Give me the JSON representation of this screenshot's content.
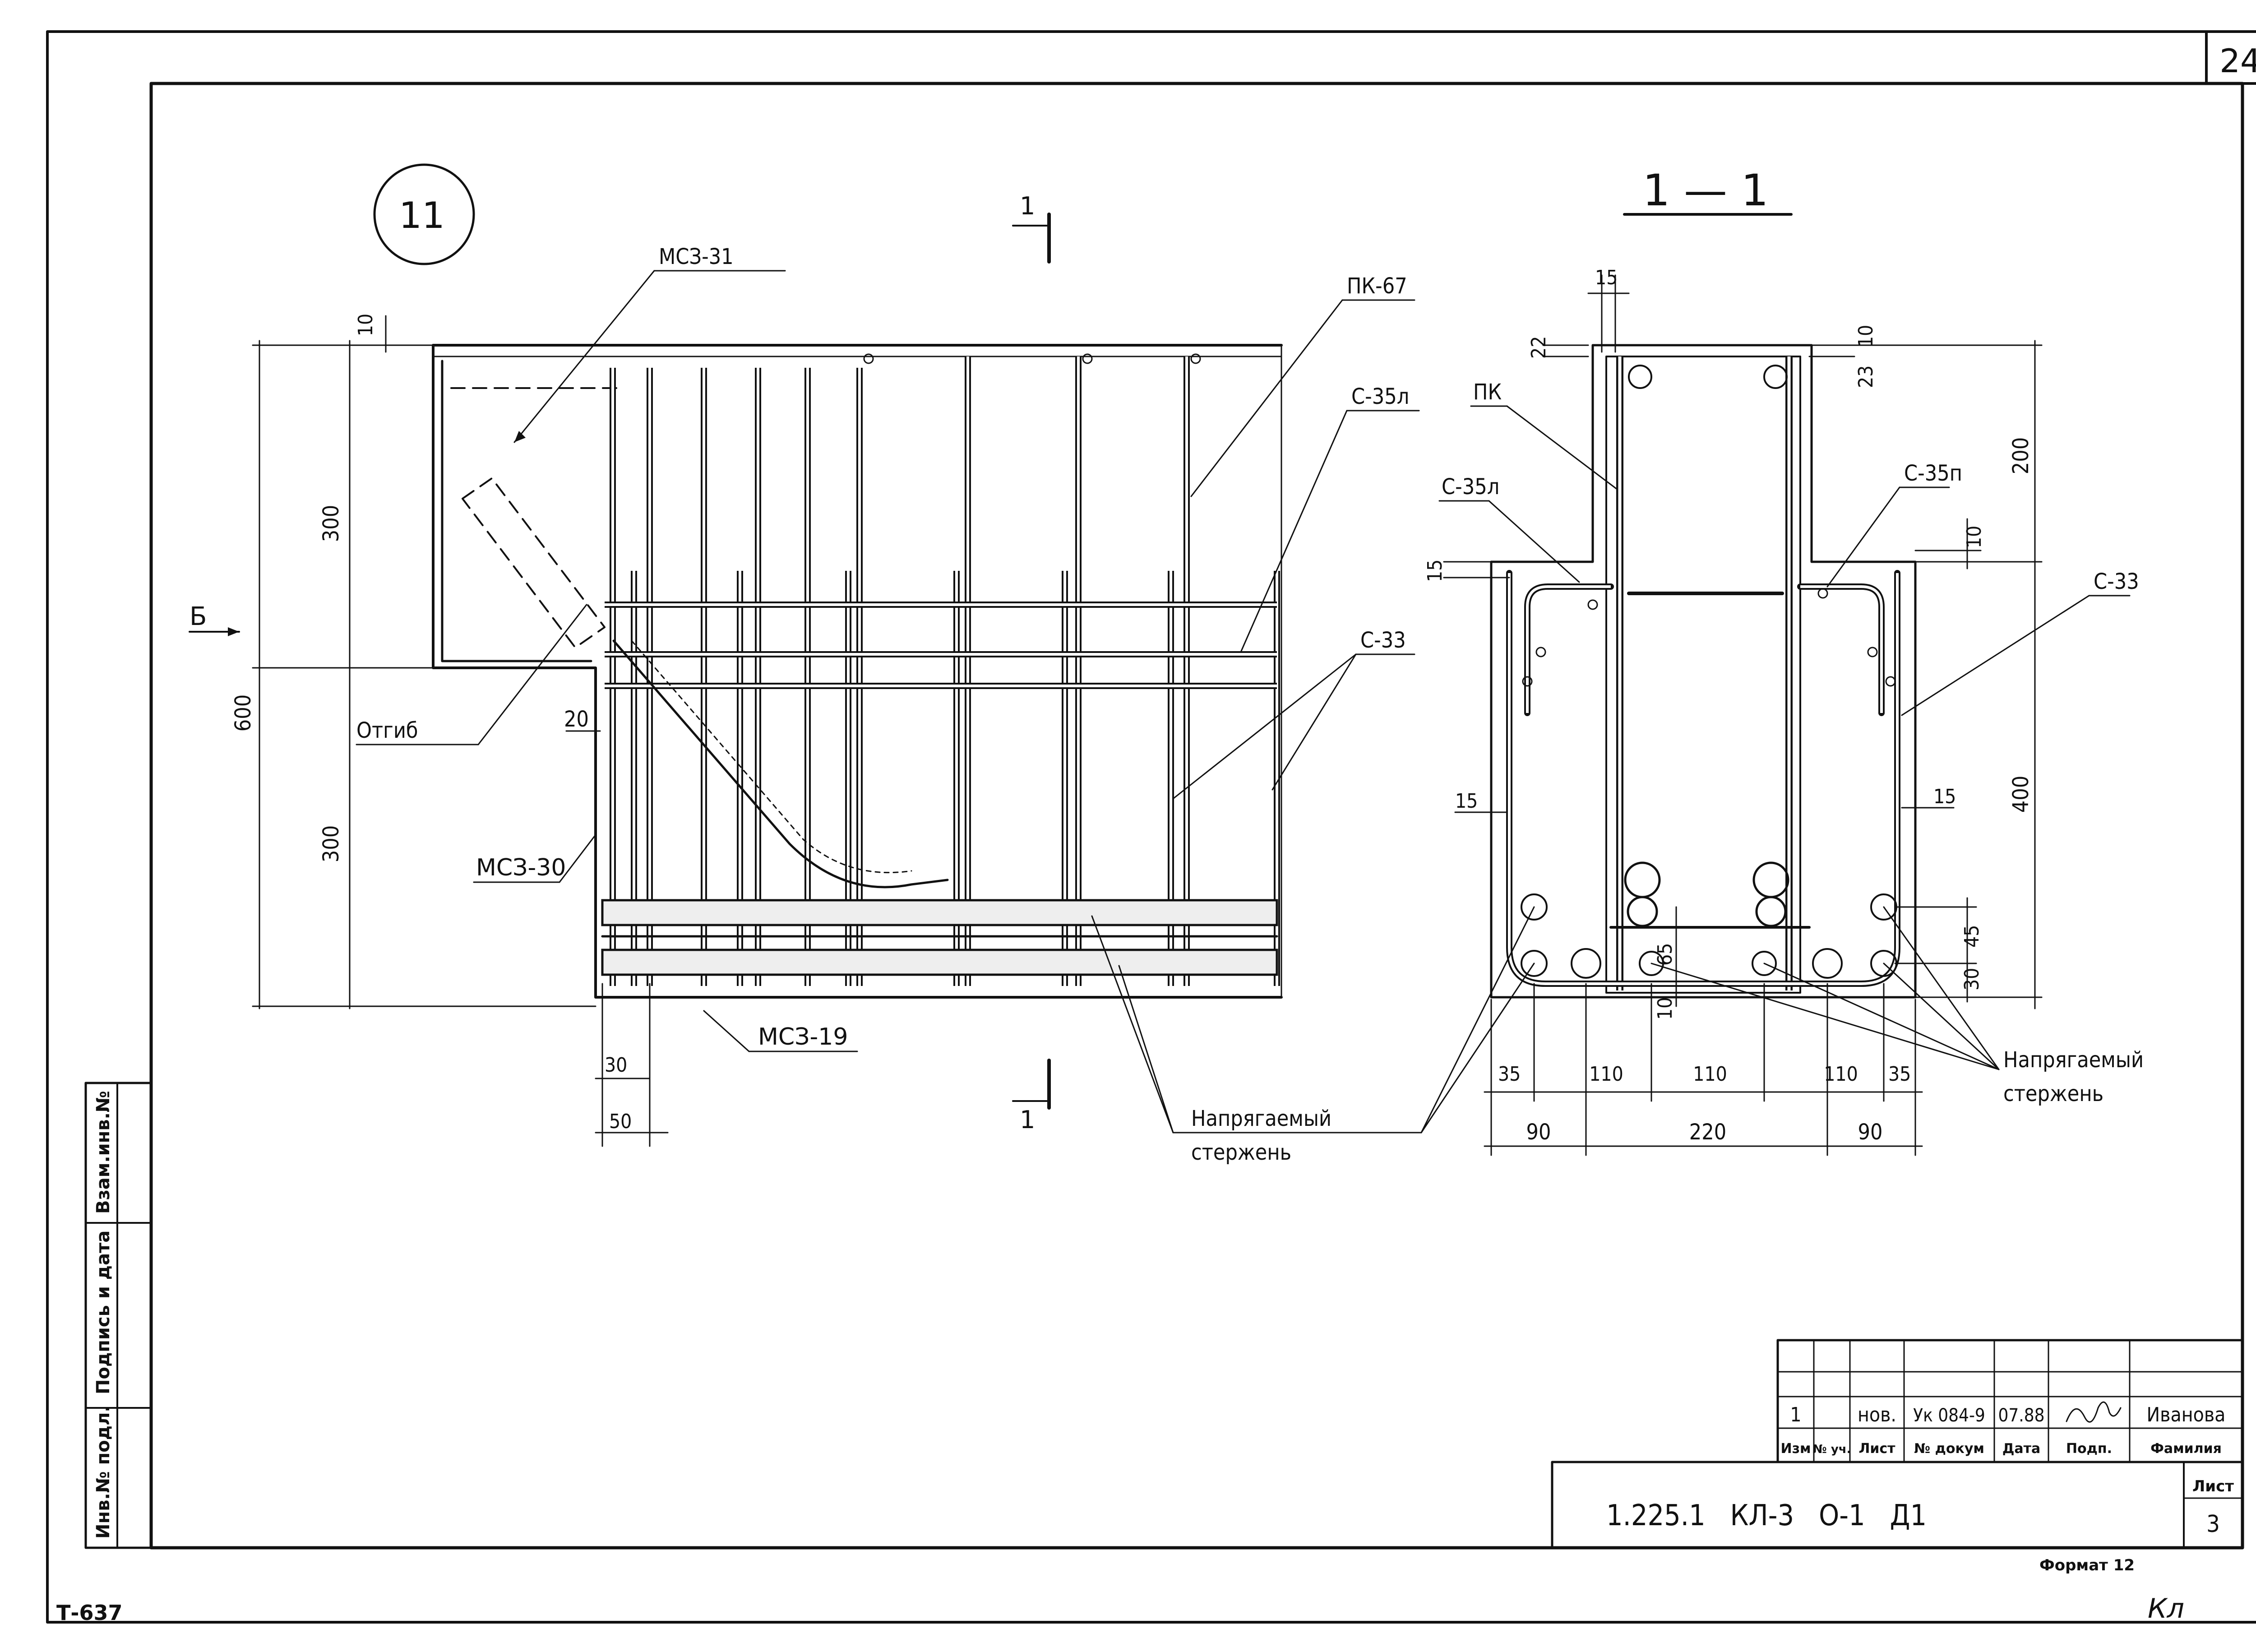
{
  "sheet_number": "24",
  "detail_number": "11",
  "section_title": "1 — 1",
  "section_marks": [
    "1",
    "1"
  ],
  "view_arrow_label": "Б",
  "side_view": {
    "labels": {
      "mcz31": "МСЗ-31",
      "pk67": "ПК-67",
      "c35l": "С-35л",
      "c33": "С-33",
      "otgib": "Отгиб",
      "mcz30": "МСЗ-30",
      "mcz19": "МСЗ-19",
      "prestressed_line1": "Напрягаемый",
      "prestressed_line2": "стержень"
    },
    "dims": {
      "top_offset": "10",
      "upper_height": "300",
      "total_height": "600",
      "lower_height": "300",
      "step_20": "20",
      "bottom_30": "30",
      "bottom_50": "50"
    }
  },
  "section_view": {
    "labels": {
      "pk": "ПК",
      "c35l": "С-35л",
      "c35p": "С-35п",
      "c33": "С-33",
      "prestressed_line1": "Напрягаемый",
      "prestressed_line2": "стержень"
    },
    "dims": {
      "d15_top": "15",
      "d22": "22",
      "d10_top": "10",
      "d23": "23",
      "d200": "200",
      "d15_left": "15",
      "d10_right": "10",
      "d400": "400",
      "d15_mid_left": "15",
      "d15_mid_right": "15",
      "d65": "65",
      "d10_bottom": "10",
      "d45": "45",
      "d30": "30",
      "b35_left": "35",
      "b110_a": "110",
      "b110_b": "110",
      "b110_c": "110",
      "b35_right": "35",
      "w90_left": "90",
      "w220": "220",
      "w90_right": "90"
    }
  },
  "title_block": {
    "row": [
      "1",
      "",
      "нов.",
      "Ук 084-9",
      "07.88",
      "",
      "Иванова"
    ],
    "headers": [
      "Изм",
      "№ уч.",
      "Лист",
      "№ докум",
      "Дата",
      "Подп.",
      "Фамилия"
    ],
    "designation": "1.225.1   КЛ-3   О-1   Д1",
    "sheet_label": "Лист",
    "sheet_value": "3"
  },
  "side_stamp": {
    "inv_podl": "Инв.№ подл.",
    "podpis": "Подпись и дата",
    "vzam": "Взам.инв.№"
  },
  "format_label": "Формат 12",
  "inventory_code": "Т-637",
  "corner_mark": "Кл"
}
